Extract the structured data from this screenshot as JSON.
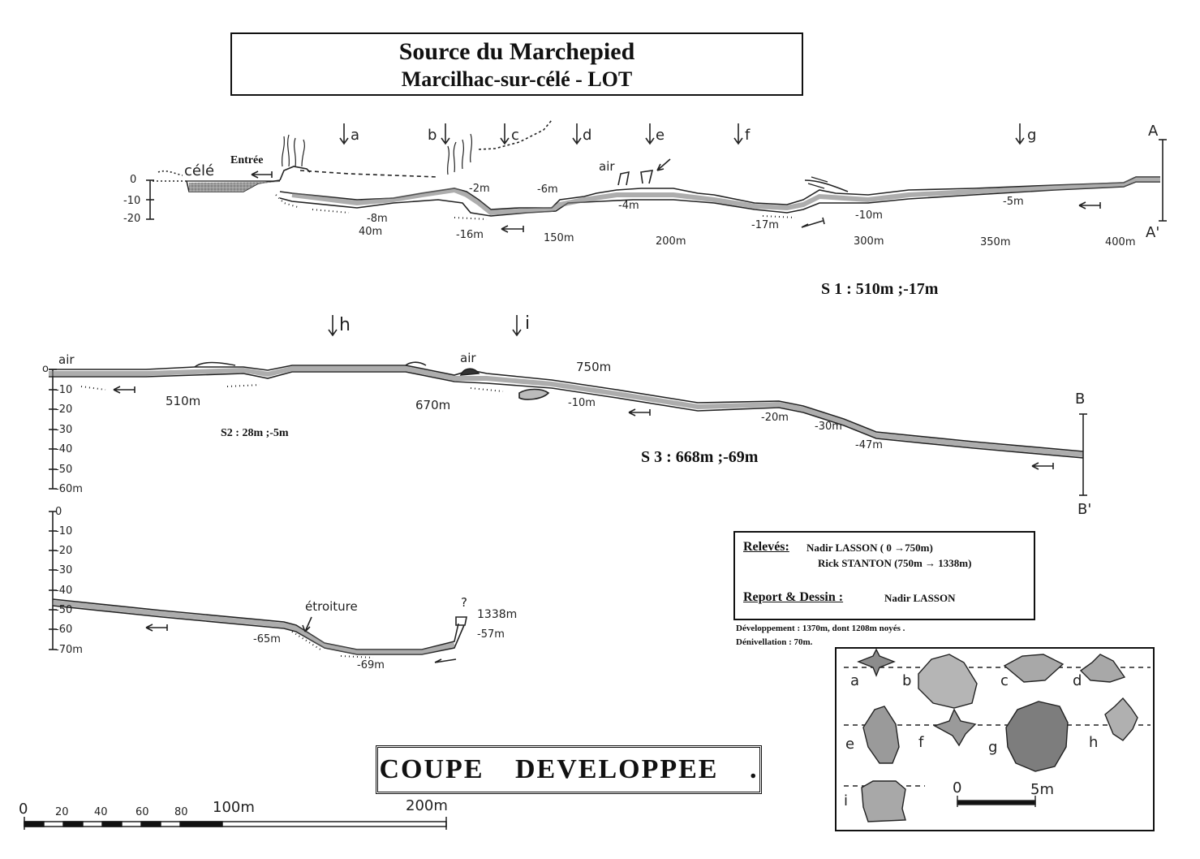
{
  "title": {
    "line1": "Source du Marchepied",
    "line2": "Marcilhac-sur-célé  -    LOT"
  },
  "profile1": {
    "river_label": "célé",
    "entrance_label": "Entrée",
    "air_label": "air",
    "section_markers": [
      "a",
      "b",
      "c",
      "d",
      "e",
      "f",
      "g"
    ],
    "depth_scale": [
      "0",
      "-10",
      "-20"
    ],
    "depth_notes": [
      "-2m",
      "-6m",
      "-8m",
      "-4m",
      "-16m",
      "-17m",
      "-10m",
      "-5m"
    ],
    "distance_marks": [
      "40m",
      "150m",
      "200m",
      "300m",
      "350m",
      "400m"
    ],
    "end_label_top": "A",
    "end_label_bottom": "A'",
    "sump_summary": "S 1  : 510m ;-17m"
  },
  "profile2": {
    "section_markers": [
      "h",
      "i"
    ],
    "air_labels": [
      "air",
      "air"
    ],
    "depth_scale": [
      "o",
      "-10",
      "-20",
      "-30",
      "-40",
      "-50",
      "-60m"
    ],
    "distance_marks": [
      "510m",
      "670m",
      "750m"
    ],
    "depth_notes": [
      "-10m",
      "-20m",
      "-30m",
      "-47m"
    ],
    "sump2": "S2 : 28m ;-5m",
    "sump3": "S 3  : 668m ;-69m",
    "end_label_top": "B",
    "end_label_bottom": "B'"
  },
  "profile3": {
    "depth_scale": [
      "0",
      "-10",
      "-20",
      "-30",
      "-40",
      "-50",
      "-60",
      "-70m"
    ],
    "narrow_label": "étroiture",
    "question": "?",
    "end_distance": "1338m",
    "depth_notes": [
      "-65m",
      "-69m",
      "-57m"
    ]
  },
  "credits": {
    "releves_label": "Relevés:",
    "surveyor1": "Nadir LASSON ( 0 →750m)",
    "surveyor2": "Rick STANTON (750m → 1338m)",
    "report_label": "Report  & Dessin :",
    "drawer": "Nadir LASSON",
    "development": "Développement : 1370m, dont  1208m noyés .",
    "denivellation": "Dénivellation : 70m."
  },
  "coupe_title": "COUPE   DEVELOPPEE .",
  "scale_bar": {
    "labels": [
      "0",
      "20",
      "40",
      "60",
      "80",
      "100m",
      "200m"
    ]
  },
  "inset": {
    "section_labels": [
      "a",
      "b",
      "c",
      "d",
      "e",
      "f",
      "g",
      "h",
      "i"
    ],
    "scale_labels": [
      "0",
      "5m"
    ]
  }
}
